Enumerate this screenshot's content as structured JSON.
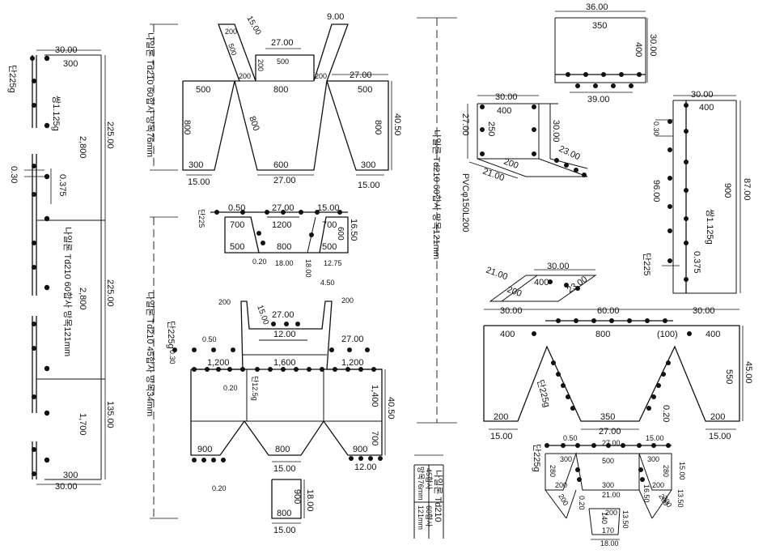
{
  "panel_left": {
    "dims": [
      "30.00",
      "300",
      "225.00",
      "2,800",
      "0.30",
      "0.375",
      "2,800",
      "225.00",
      "135.00",
      "1,700",
      "300",
      "30.00"
    ],
    "label_single": "단225g",
    "label_double": "쌍1.125g",
    "label_rebar": "나일론 Td210 60합사 망목121mm"
  },
  "panel_top_mid": {
    "label": "나일론 Td210 60합사 망목76mm",
    "dims": [
      "15.00",
      "200",
      "500",
      "27.00",
      "500",
      "200",
      "200",
      "200",
      "9.00",
      "27.00",
      "500",
      "800",
      "500",
      "800",
      "800",
      "800",
      "40.50",
      "300",
      "600",
      "300",
      "15.00",
      "27.00",
      "15.00"
    ]
  },
  "panel_small_mid": {
    "dims": [
      "0.50",
      "27.00",
      "15.00",
      "700",
      "1200",
      "700",
      "600",
      "16.50",
      "500",
      "800",
      "500",
      "0.20",
      "18.00",
      "18.00",
      "12.75"
    ],
    "label_single": "단225"
  },
  "panel_bottom_mid": {
    "label": "나일론 Td210 45합사 망목34mm",
    "dims": [
      "200",
      "15.00",
      "4.50",
      "200",
      "27.00",
      "12.00",
      "0.50",
      "27.00",
      "0.30",
      "1,200",
      "1,600",
      "1,200",
      "0.20",
      "1,400",
      "40.50",
      "700",
      "900",
      "800",
      "900",
      "15.00",
      "12.00",
      "0.20",
      "900",
      "18.00",
      "800",
      "15.00"
    ],
    "label_single": "단225g",
    "label_double": "단12.5g"
  },
  "panel_center_vert": {
    "label": "나일론 Td210 60합사 망목121mm"
  },
  "legend_box": {
    "title": "나일론 Td210",
    "row1_a": "45합사",
    "row1_b": "망목76mm",
    "row2_a": "60합사",
    "row2_b": "121mm"
  },
  "panel_right_top": {
    "dims": [
      "36.00",
      "350",
      "400",
      "30.00",
      "39.00"
    ]
  },
  "panel_right_box": {
    "dims": [
      "30.00",
      "400",
      "27.00",
      "250",
      "30.00",
      "23.00",
      "200",
      "21.00"
    ],
    "pipe_label": "PVCφ150L200"
  },
  "panel_right_tall": {
    "dims": [
      "30.00",
      "400",
      "0.30",
      "96.00",
      "900",
      "87.00",
      "0.375"
    ],
    "label_double": "쌍1.125g",
    "label_single": "단225"
  },
  "panel_right_strip": {
    "dims": [
      "30.00",
      "400",
      "23.00",
      "21.00",
      "200"
    ]
  },
  "panel_right_main": {
    "dims": [
      "30.00",
      "60.00",
      "30.00",
      "400",
      "800",
      "(100)",
      "400",
      "45.00",
      "550",
      "200",
      "350",
      "200",
      "15.00",
      "27.00",
      "15.00",
      "0.20"
    ],
    "label_single": "단225g"
  },
  "panel_right_bottom": {
    "dims": [
      "0.50",
      "27.00",
      "15.00",
      "280",
      "300",
      "500",
      "300",
      "280",
      "15.00",
      "200",
      "300",
      "200",
      "200",
      "21.00",
      "200",
      "200",
      "0.20",
      "16.50",
      "13.50",
      "200",
      "13.50",
      "140",
      "170",
      "18.00"
    ],
    "label_single": "단225g"
  }
}
